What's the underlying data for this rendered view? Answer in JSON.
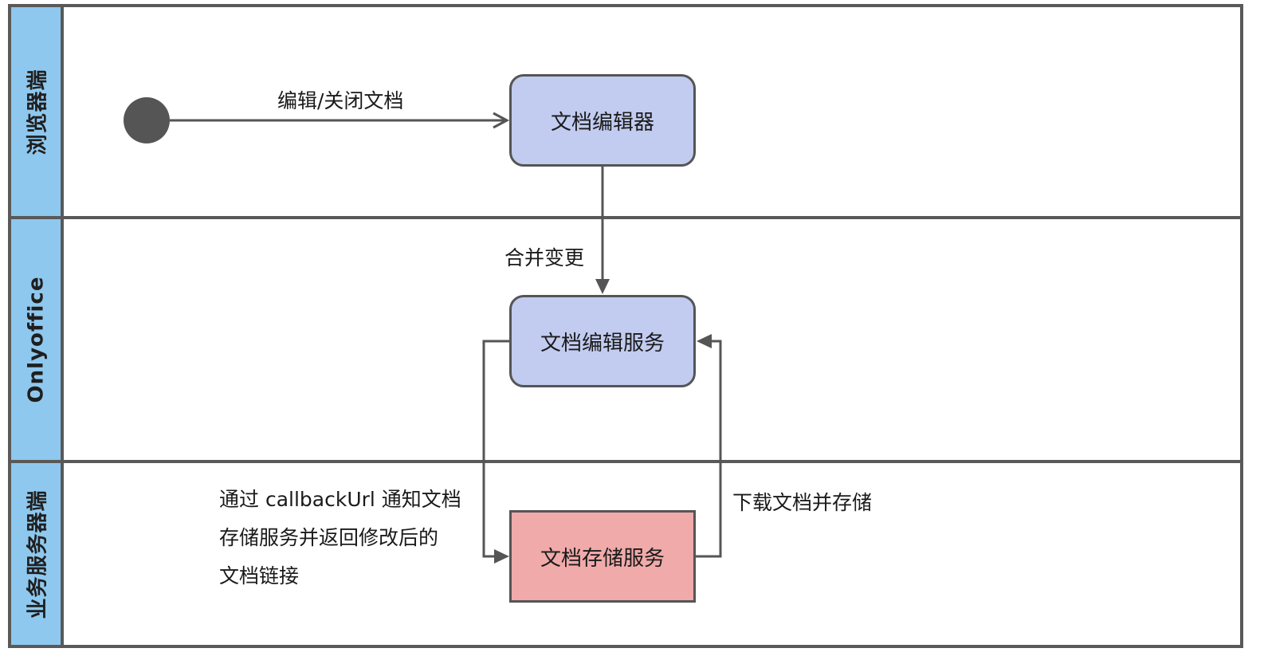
{
  "lanes": [
    {
      "label": "浏览器端"
    },
    {
      "label": "Onlyoffice"
    },
    {
      "label": "业务服务器端"
    }
  ],
  "nodes": {
    "editor": "文档编辑器",
    "edit_service": "文档编辑服务",
    "storage_service": "文档存储服务"
  },
  "edges": {
    "start_to_editor": "编辑/关闭文档",
    "editor_to_service": "合并变更",
    "storage_to_service": "下载文档并存储"
  },
  "notes": {
    "callback": [
      "通过 callbackUrl 通知文档",
      "存储服务并返回修改后的",
      "文档链接"
    ]
  },
  "colors": {
    "lane_header": "#8fc8ee",
    "node_fill": "#c2ccf0",
    "storage_fill": "#f0aaaa",
    "line": "#555555"
  }
}
